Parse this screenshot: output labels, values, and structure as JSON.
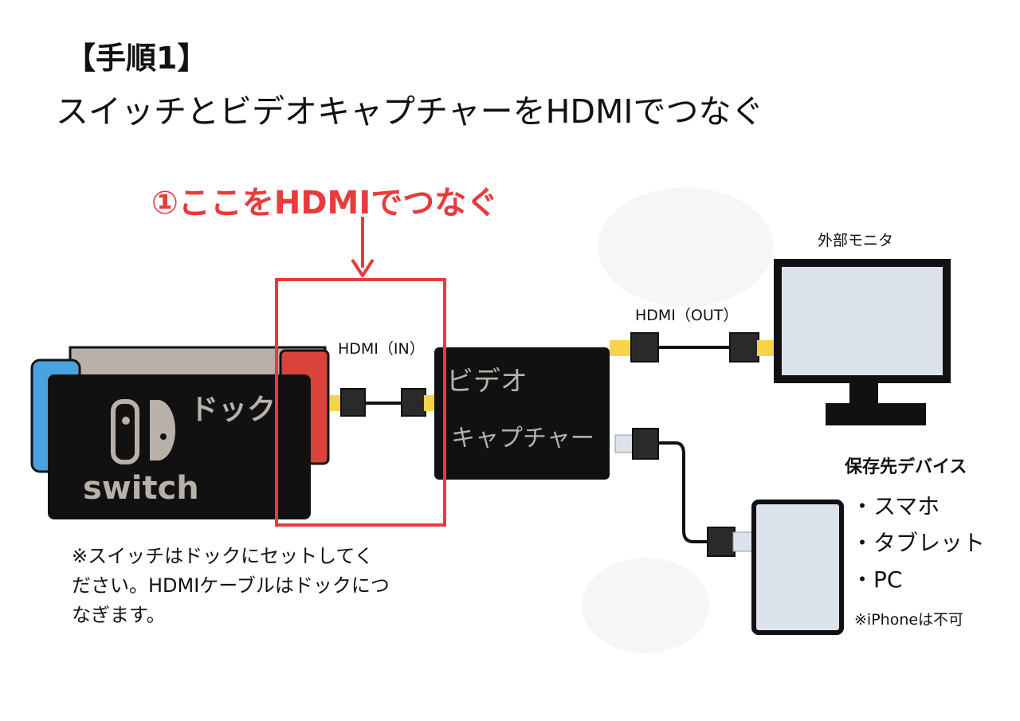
{
  "heading": {
    "step": "【手順1】",
    "instruction": "スイッチとビデオキャプチャーをHDMIでつなぐ"
  },
  "callout": {
    "text": "①ここをHDMIでつなぐ"
  },
  "cable_labels": {
    "hdmi_in": "HDMI（IN）",
    "hdmi_out": "HDMI（OUT）"
  },
  "devices": {
    "dock_text": "ドック",
    "switch_text": "switch",
    "capture_line1": "ビデオ",
    "capture_line2": "キャプチャー",
    "monitor_label": "外部モニタ"
  },
  "destinations": {
    "title": "保存先デバイス",
    "items": [
      "・スマホ",
      "・タブレット",
      "・PC"
    ],
    "note": "※iPhoneは不可"
  },
  "footnote": {
    "lines": [
      "※スイッチはドックにセットしてく",
      "ださい。HDMIケーブルはドックにつ",
      "なぎます。"
    ]
  },
  "colors": {
    "accent_red": "#ea3a3a",
    "joycon_blue": "#4aa3df",
    "joycon_red": "#d9433b",
    "dock_gray": "#b7b1aa",
    "connector_yellow": "#f7d34a",
    "screen_blue": "#dde3ec"
  }
}
